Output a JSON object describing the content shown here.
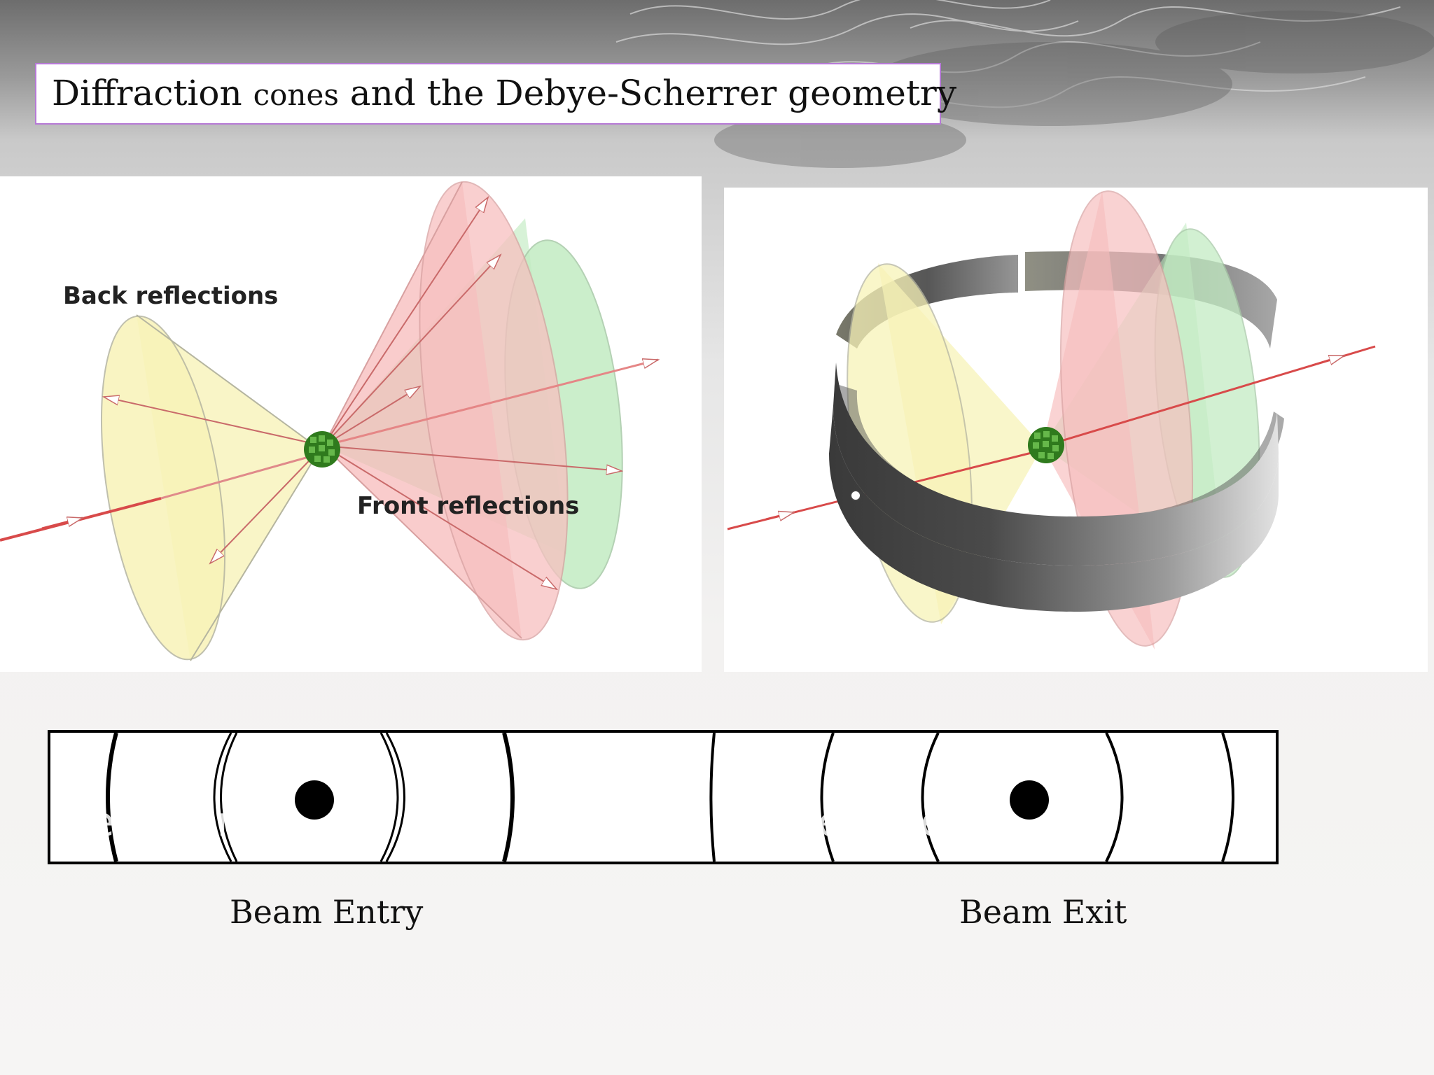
{
  "slide": {
    "title_part1": "Diffraction ",
    "title_part2": "cones",
    "title_part3": " and the Debye-Scherrer geometry"
  },
  "left_diagram": {
    "back_label": "Back reflections",
    "front_label": "Front reflections"
  },
  "film_strip": {
    "ghost_entry": "Beam entry",
    "ghost_exit": "Beam exit"
  },
  "captions": {
    "entry": "Beam Entry",
    "exit": "Beam Exit"
  },
  "colors": {
    "back_cone": "#f7f2b4",
    "front_cone": "#f6b6b6",
    "front_cone_outer": "#bde9bd",
    "beam": "#d84a4a",
    "crystal": "#2f7a1d",
    "title_border": "#b679d6"
  }
}
